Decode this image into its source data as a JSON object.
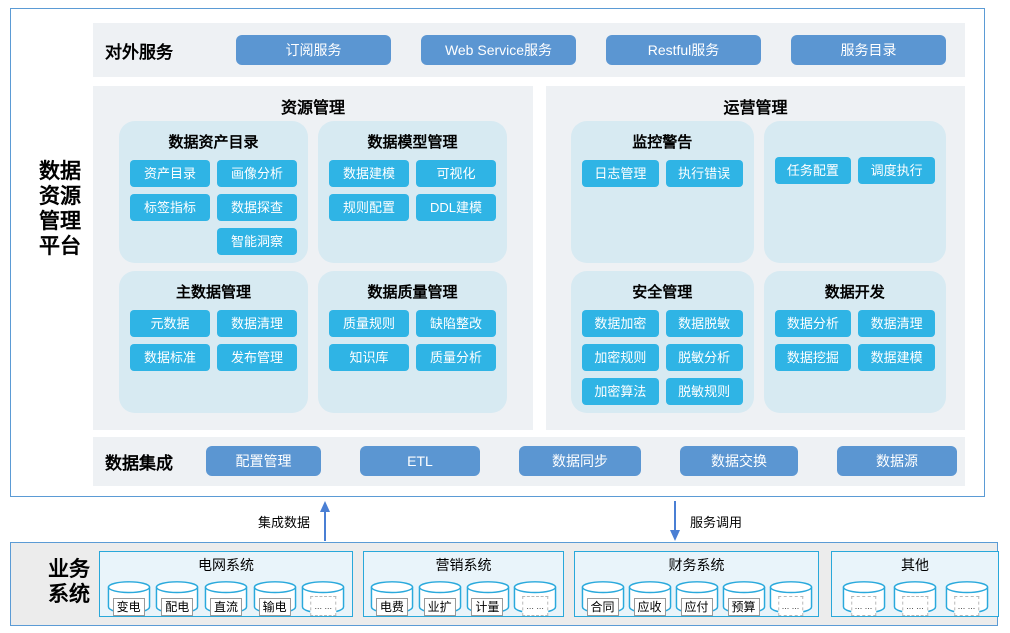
{
  "platform": {
    "name_lines": [
      "数据",
      "资源",
      "管理",
      "平台"
    ],
    "external": {
      "label": "对外服务",
      "buttons": [
        "订阅服务",
        "Web Service服务",
        "Restful服务",
        "服务目录"
      ]
    },
    "resource": {
      "title": "资源管理",
      "groups": [
        {
          "title": "数据资产目录",
          "buttons": [
            "资产目录",
            "画像分析",
            "标签指标",
            "数据探查",
            "智能洞察"
          ]
        },
        {
          "title": "数据模型管理",
          "buttons": [
            "数据建模",
            "可视化",
            "规则配置",
            "DDL建模"
          ]
        },
        {
          "title": "主数据管理",
          "buttons": [
            "元数据",
            "数据清理",
            "数据标准",
            "发布管理"
          ]
        },
        {
          "title": "数据质量管理",
          "buttons": [
            "质量规则",
            "缺陷整改",
            "知识库",
            "质量分析"
          ]
        }
      ]
    },
    "operation": {
      "title": "运营管理",
      "groups": [
        {
          "title": "监控警告",
          "buttons": [
            "日志管理",
            "执行错误"
          ]
        },
        {
          "title": "",
          "buttons": [
            "任务配置",
            "调度执行"
          ]
        },
        {
          "title": "安全管理",
          "buttons": [
            "数据加密",
            "数据脱敏",
            "加密规则",
            "脱敏分析",
            "加密算法",
            "脱敏规则"
          ]
        },
        {
          "title": "数据开发",
          "buttons": [
            "数据分析",
            "数据清理",
            "数据挖掘",
            "数据建模"
          ]
        }
      ]
    },
    "integration": {
      "label": "数据集成",
      "buttons": [
        "配置管理",
        "ETL",
        "数据同步",
        "数据交换",
        "数据源"
      ]
    }
  },
  "flows": {
    "up_label": "集成数据",
    "down_label": "服务调用"
  },
  "business": {
    "name_lines": [
      "业务",
      "系统"
    ],
    "systems": [
      {
        "title": "电网系统",
        "items": [
          "变电",
          "配电",
          "直流",
          "输电",
          "... ..."
        ]
      },
      {
        "title": "营销系统",
        "items": [
          "电费",
          "业扩",
          "计量",
          "... ..."
        ]
      },
      {
        "title": "财务系统",
        "items": [
          "合同",
          "应收",
          "应付",
          "预算",
          "... ..."
        ]
      },
      {
        "title": "其他",
        "items": [
          "... ...",
          "... ...",
          "... ..."
        ]
      }
    ]
  },
  "colors": {
    "border_blue": "#5b9bd5",
    "button_blue": "#5b96d2",
    "chip_cyan": "#2fb4e5",
    "group_bg": "#d7eaf2",
    "panel_bg": "#eef1f4",
    "cyan_border": "#29a8da",
    "arrow_blue": "#4a7fd4"
  }
}
